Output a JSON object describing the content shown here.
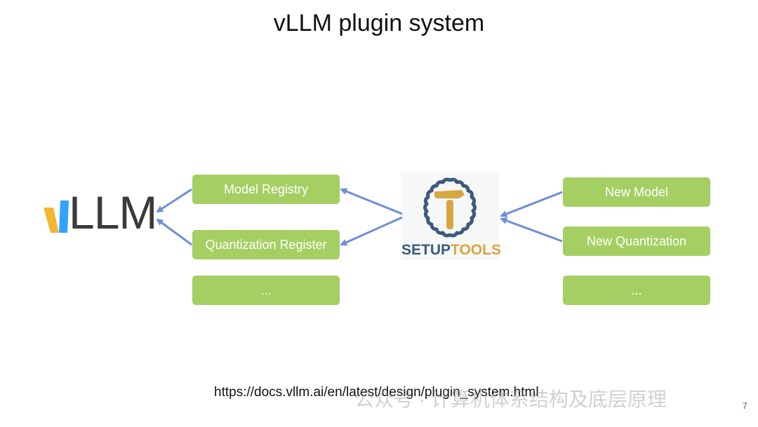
{
  "title": "vLLM plugin system",
  "vllm_logo": {
    "text": "LLM",
    "icon": "vllm-v-icon",
    "colors": {
      "v_left": "#f2b632",
      "v_right": "#30a2ff",
      "text": "#3a3a3a"
    }
  },
  "left_boxes": [
    "Model Registry",
    "Quantization Register",
    "..."
  ],
  "setuptools_logo": {
    "text_setup": "SETUP",
    "text_tools": "TOOLS",
    "icon": "hammer-gear-icon"
  },
  "right_boxes": [
    "New Model",
    "New Quantization",
    "..."
  ],
  "colors": {
    "box": "#a5cf63",
    "box_text": "#ffffff",
    "arrow": "#6d8fd6"
  },
  "url": "https://docs.vllm.ai/en/latest/design/plugin_system.html",
  "watermark": "公众号 · 计算机体系结构及底层原理",
  "page_number": "7"
}
